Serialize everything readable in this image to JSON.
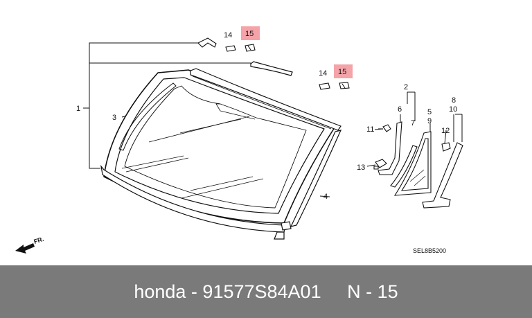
{
  "callouts": {
    "c1": "1",
    "c2": "2",
    "c3": "3",
    "c4": "4",
    "c5": "5",
    "c6": "6",
    "c7": "7",
    "c8": "8",
    "c9": "9",
    "c10": "10",
    "c11": "11",
    "c12": "12",
    "c13": "13",
    "c14a": "14",
    "c14b": "14",
    "c15a": "15",
    "c15b": "15"
  },
  "diagram_code": "SEL8B5200",
  "front_arrow_label": "FR.",
  "highlight_color": "#f4a3a8",
  "footer": {
    "brand": "honda",
    "separator1": " - ",
    "part_number": "91577S84A01",
    "gap": "     ",
    "callout_label": "N",
    "separator2": " - ",
    "callout_number": "15"
  }
}
